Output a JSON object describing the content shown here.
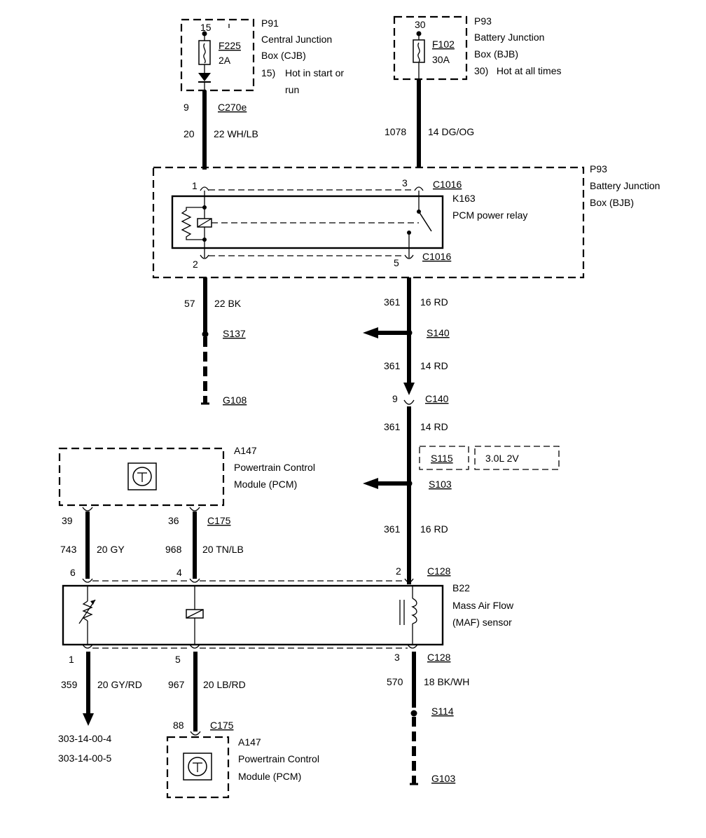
{
  "p91": {
    "pin": "15",
    "fuse_id": "F225",
    "fuse_rating": "2A",
    "name": "P91",
    "line1": "Central Junction",
    "line2": "Box (CJB)",
    "note_pin": "15)",
    "note_line1": "Hot in start or",
    "note_line2": "run"
  },
  "p93_top": {
    "pin": "30",
    "fuse_id": "F102",
    "fuse_rating": "30A",
    "name": "P93",
    "line1": "Battery Junction",
    "line2": "Box (BJB)",
    "note": "30)   Hot at all times"
  },
  "wire_wh_lb": {
    "pin_top": "9",
    "connector": "C270e",
    "pin_bottom": "20",
    "circuit": "22 WH/LB"
  },
  "wire_dg_og": {
    "circuit_no": "1078",
    "circuit": "14 DG/OG"
  },
  "bjb": {
    "name": "P93",
    "line1": "Battery Junction",
    "line2": "Box (BJB)"
  },
  "relay": {
    "id": "K163",
    "label": "PCM power relay",
    "pin1": "1",
    "pin3": "3",
    "pin2": "2",
    "pin5": "5",
    "connector_top": "C1016",
    "connector_bottom": "C1016"
  },
  "wire_bk": {
    "circuit_no": "57",
    "circuit": "22 BK",
    "splice": "S137",
    "ground": "G108"
  },
  "wire_rd": {
    "circuit_no_1": "361",
    "circuit_1": "16 RD",
    "splice_1": "S140",
    "circuit_no_2": "361",
    "circuit_2": "14 RD",
    "pin_c140": "9",
    "connector_c140": "C140",
    "circuit_no_3": "361",
    "circuit_3": "14 RD",
    "splice_s115": "S115",
    "variant": "3.0L 2V",
    "splice_s103": "S103",
    "circuit_no_4": "361",
    "circuit_4": "16 RD"
  },
  "pcm_top": {
    "name": "A147",
    "line1": "Powertrain Control",
    "line2": "Module (PCM)",
    "pin_a": "39",
    "pin_b": "36",
    "connector": "C175"
  },
  "wire_gy": {
    "circuit_no": "743",
    "circuit": "20 GY",
    "pin_bottom": "6"
  },
  "wire_tn_lb": {
    "circuit_no": "968",
    "circuit": "20 TN/LB",
    "pin_bottom": "4"
  },
  "maf": {
    "id": "B22",
    "line1": "Mass Air Flow",
    "line2": "(MAF) sensor",
    "pin2": "2",
    "connector_top": "C128",
    "pin1": "1",
    "pin5": "5",
    "pin3": "3",
    "connector_bottom": "C128"
  },
  "wire_gy_rd": {
    "circuit_no": "359",
    "circuit": "20 GY/RD",
    "ref1": "303-14-00-4",
    "ref2": "303-14-00-5"
  },
  "wire_lb_rd": {
    "circuit_no": "967",
    "circuit": "20 LB/RD",
    "pin": "88",
    "connector": "C175"
  },
  "wire_bk_wh": {
    "circuit_no": "570",
    "circuit": "18 BK/WH",
    "splice": "S114",
    "ground": "G103"
  },
  "pcm_bottom": {
    "name": "A147",
    "line1": "Powertrain Control",
    "line2": "Module (PCM)"
  }
}
